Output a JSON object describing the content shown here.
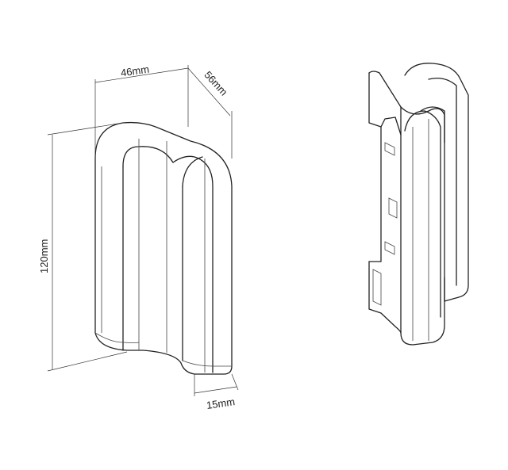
{
  "dimensions": {
    "width": "46mm",
    "depth": "56mm",
    "height": "120mm",
    "thickness": "15mm"
  },
  "colors": {
    "line": "#222222",
    "background": "#ffffff"
  }
}
